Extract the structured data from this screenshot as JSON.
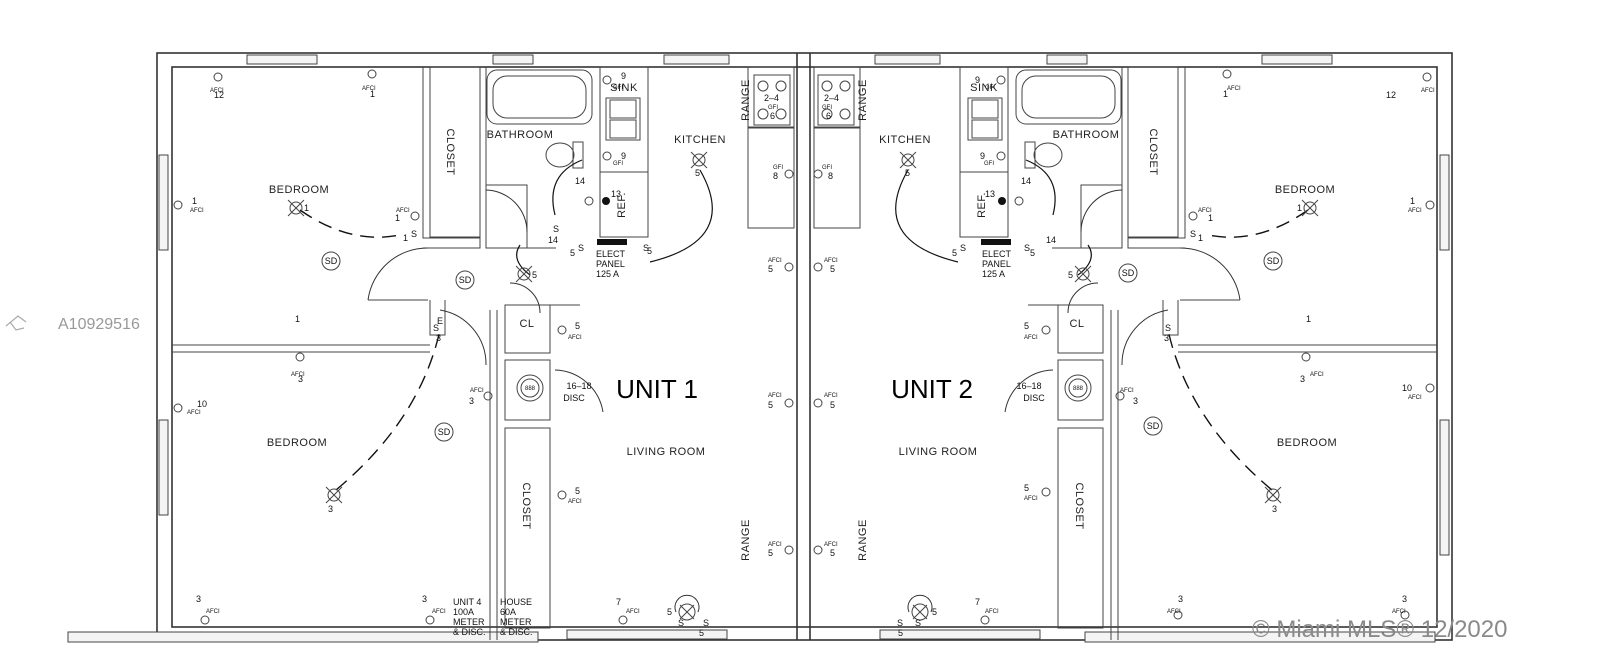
{
  "units": {
    "unit1": "UNIT 1",
    "unit2": "UNIT 2"
  },
  "rooms": {
    "bedroom": "BEDROOM",
    "bathroom": "BATHROOM",
    "kitchen": "KITCHEN",
    "living_room": "LIVING ROOM",
    "closet": "CLOSET",
    "cl": "CL",
    "range": "RANGE",
    "ref": "REF.",
    "sink": "SINK"
  },
  "panel": {
    "line1": "ELECT",
    "line2": "PANEL",
    "line3": "125  A"
  },
  "disc": {
    "circuit": "16–18",
    "label": "DISC"
  },
  "meter_unit": {
    "l1": "UNIT 4",
    "l2": "100A",
    "l3": "METER",
    "l4": "& DISC."
  },
  "meter_house": {
    "l1": "HOUSE",
    "l2": "60A",
    "l3": "METER",
    "l4": "& DISC."
  },
  "tags": {
    "afci": "AFCI",
    "gfi": "GFI",
    "sd": "SD",
    "s": "S",
    "e": "E"
  },
  "circuits": {
    "c1": "1",
    "c3": "3",
    "c5": "5",
    "c6": "6",
    "c7": "7",
    "c8": "8",
    "c9": "9",
    "c10": "10",
    "c12": "12",
    "c13": "13",
    "c14": "14",
    "c24": "2–4"
  },
  "watermark": {
    "mls_id": "A10929516",
    "copyright": "© Miami MLS® 12/2020"
  }
}
